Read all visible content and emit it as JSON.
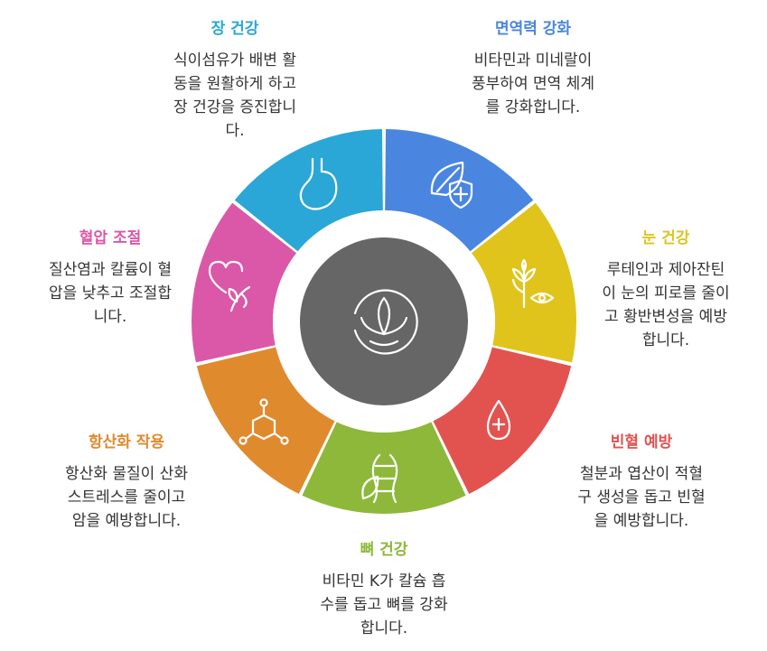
{
  "center_icon": "lotus-icon",
  "segments": [
    {
      "id": "gut-health",
      "title": "장 건강",
      "description": "식이섬유가 배변 활\n동을 원활하게 하고\n장 건강을 증진합니\n다.",
      "color": "#2AA7D6",
      "icon": "stomach-icon"
    },
    {
      "id": "immunity",
      "title": "면역력 강화",
      "description": "비타민과 미네랄이\n풍부하여 면역 체계\n를 강화합니다.",
      "color": "#4A86E0",
      "icon": "leaf-shield-icon"
    },
    {
      "id": "eye-health",
      "title": "눈 건강",
      "description": "루테인과 제아잔틴\n이 눈의 피로를 줄이\n고 황반변성을 예방\n합니다.",
      "color": "#E0C41C",
      "icon": "plant-eye-icon"
    },
    {
      "id": "anemia-prevention",
      "title": "빈혈 예방",
      "description": "철분과 엽산이 적혈\n구 생성을 돕고 빈혈\n을 예방합니다.",
      "color": "#E2534F",
      "icon": "blood-drop-icon"
    },
    {
      "id": "bone-health",
      "title": "뼈 건강",
      "description": "비타민 K가 칼슘 흡\n수를 돕고 뼈를 강화\n합니다.",
      "color": "#8DB83A",
      "icon": "dna-leaf-icon"
    },
    {
      "id": "antioxidant",
      "title": "항산화 작용",
      "description": "항산화 물질이 산화\n스트레스를 줄이고\n암을 예방합니다.",
      "color": "#E08A2E",
      "icon": "molecule-icon"
    },
    {
      "id": "blood-pressure",
      "title": "혈압 조절",
      "description": "질산염과 칼륨이 혈\n압을 낮추고 조절합\n니다.",
      "color": "#DB58A8",
      "icon": "heart-leaf-icon"
    }
  ]
}
